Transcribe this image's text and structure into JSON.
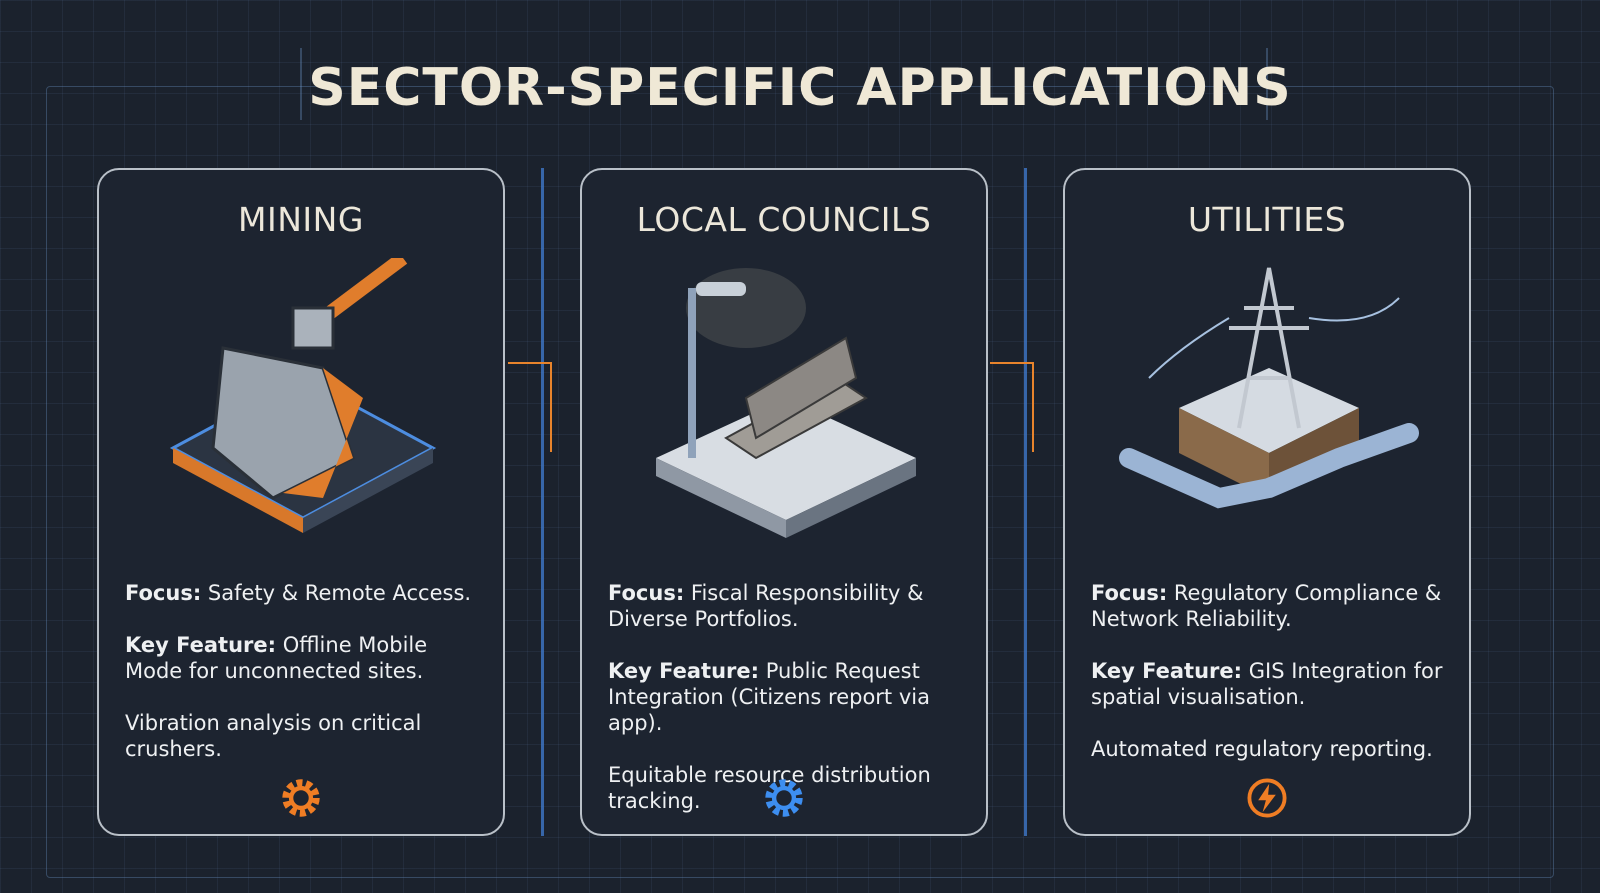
{
  "title": "SECTOR-SPECIFIC APPLICATIONS",
  "accent_orange": "#ef7d24",
  "accent_blue": "#3d8ef0",
  "cards": [
    {
      "title": "MINING",
      "focus_label": "Focus:",
      "focus": " Safety & Remote Access.",
      "feature_label": "Key Feature:",
      "feature": " Offline Mobile Mode for unconnected sites.",
      "extra": "Vibration analysis on critical crushers.",
      "illustration": "excavator-bucket",
      "icon": "gear-icon"
    },
    {
      "title": "LOCAL COUNCILS",
      "focus_label": "Focus:",
      "focus": " Fiscal Responsibility & Diverse Portfolios.",
      "feature_label": "Key Feature:",
      "feature": " Public Request Integration (Citizens report via app).",
      "extra": "Equitable resource distribution tracking.",
      "illustration": "streetlamp-bench",
      "icon": "gear-icon"
    },
    {
      "title": "UTILITIES",
      "focus_label": "Focus:",
      "focus": " Regulatory Compliance & Network Reliability.",
      "feature_label": "Key Feature:",
      "feature": " GIS Integration for spatial visualisation.",
      "extra": "Automated regulatory reporting.",
      "illustration": "power-pylon-pipes",
      "icon": "lightning-icon"
    }
  ]
}
